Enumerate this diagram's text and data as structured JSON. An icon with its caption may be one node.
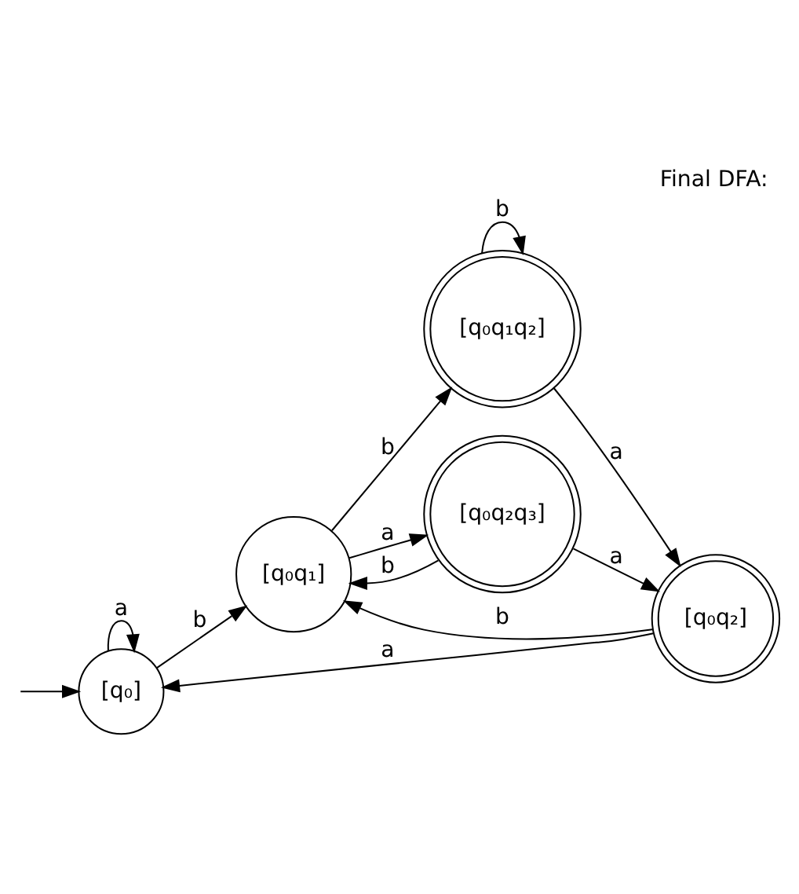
{
  "diagram": {
    "title": "Final DFA:",
    "nodes": [
      {
        "text": [
          "[q₀]"
        ]
      },
      {
        "text": [
          "[q₀q₁]"
        ]
      },
      {
        "text": [
          "[q₀q₂]"
        ]
      },
      {
        "text": [
          "[q₀q₁q₂]"
        ]
      },
      {
        "text": [
          "[q₀q₂q₃]"
        ]
      }
    ],
    "edges": [
      {
        "from": null,
        "to": 0,
        "arrow": "to"
      },
      {
        "from": 0,
        "to": 0,
        "label": "a",
        "arrow": "to"
      },
      {
        "from": 0,
        "to": 1,
        "label": "b",
        "arrow": "to"
      },
      {
        "from": 1,
        "to": 3,
        "label": "b",
        "arrow": "to"
      },
      {
        "from": 1,
        "to": 4,
        "label": "a",
        "arrow": "to"
      },
      {
        "from": 2,
        "to": 1,
        "label": "b",
        "arrow": "to"
      },
      {
        "from": 3,
        "to": 2,
        "label": "a",
        "arrow": "to"
      },
      {
        "from": 3,
        "to": 3,
        "label": "b",
        "arrow": "to"
      },
      {
        "from": 4,
        "to": 2,
        "label": "a",
        "arrow": "to"
      },
      {
        "from": 4,
        "to": 1,
        "label": "b",
        "arrow": "to"
      },
      {
        "from": 2,
        "to": 0,
        "label": "a",
        "arrow": "to"
      }
    ]
  }
}
